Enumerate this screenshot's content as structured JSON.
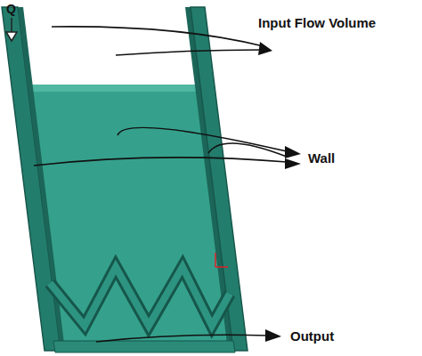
{
  "diagram": {
    "labels": [
      "Q",
      "Input Flow Volume",
      "Wall",
      "Output"
    ]
  }
}
